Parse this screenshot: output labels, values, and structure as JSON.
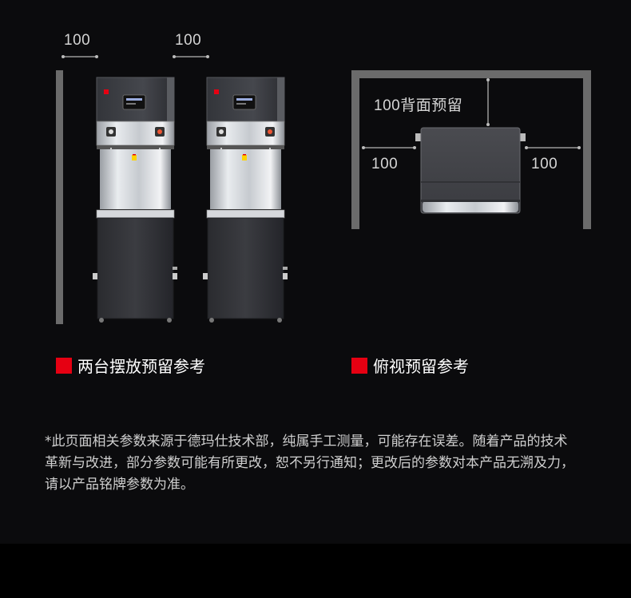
{
  "front_view": {
    "left_gap": "100",
    "middle_gap": "100",
    "caption": "两台摆放预留参考"
  },
  "top_view": {
    "back_gap": "100背面预留",
    "left_gap": "100",
    "right_gap": "100",
    "caption": "俯视预留参考"
  },
  "disclaimer": {
    "line1": "*此页面相关参数来源于德玛仕技术部，纯属手工测量，可能存在误差。随着产品的技术",
    "line2": " 革新与改进，部分参数可能有所更改，恕不另行通知；更改后的参数对本产品无溯及力，",
    "line3": " 请以产品铭牌参数为准。"
  },
  "colors": {
    "accent": "#e60012",
    "background": "#0b0b0d",
    "wall": "#6b6b6b"
  }
}
